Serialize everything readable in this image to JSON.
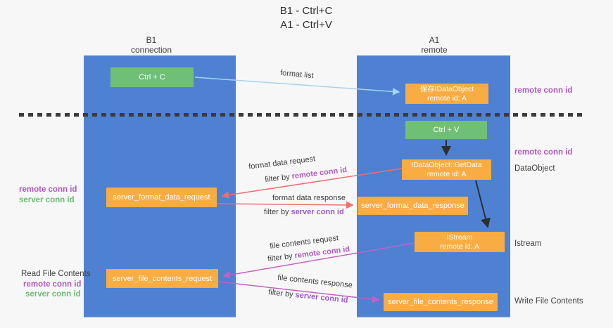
{
  "title": {
    "line1": "B1 - Ctrl+C",
    "line2": "A1 - Ctrl+V"
  },
  "lanes": {
    "left": {
      "name": "B1",
      "role": "connection"
    },
    "right": {
      "name": "A1",
      "role": "remote"
    }
  },
  "nodes": {
    "ctrl_c": {
      "label": "Ctrl + C"
    },
    "ctrl_v": {
      "label": "Ctrl + V"
    },
    "save_dataobject": {
      "line1": "保存IDataObject",
      "line2": "remote id: A"
    },
    "getdata": {
      "line1": "IDataObject::GetData",
      "line2": "remote id: A"
    },
    "istream": {
      "line1": "IStream",
      "line2": "remote id: A"
    },
    "format_request": {
      "label": "server_format_data_request"
    },
    "format_response": {
      "label": "server_format_data_response"
    },
    "file_request": {
      "label": "server_file_contents_request"
    },
    "file_response": {
      "label": "server_file_contents_response"
    }
  },
  "flow_labels": {
    "format_list": "format list",
    "format_data_request": "format data request",
    "format_data_response": "format data response",
    "file_contents_request": "file contents request",
    "file_contents_response": "file contents response",
    "filter_by": "filter by ",
    "remote_conn_id": "remote conn id",
    "server_conn_id": "server conn id"
  },
  "side_labels": {
    "right_remote_conn_top": "remote conn id",
    "right_remote_conn_mid": "remote conn id",
    "dataobject": "DataObject",
    "istream": "Istream",
    "write_file_contents": "Write File Contents",
    "left_remote_conn_mid": "remote conn id",
    "left_server_conn_mid": "server conn id",
    "read_file_contents": "Read File Contents",
    "left_remote_conn_bottom": "remote conn id",
    "left_server_conn_bottom": "server conn id"
  },
  "colors": {
    "lane_blue": "#4e81d2",
    "node_orange": "#f9ac42",
    "node_green": "#70bf77",
    "arrow_light_blue": "#a9d2ee",
    "arrow_red": "#f26d6d",
    "arrow_magenta": "#c75fc3",
    "arrow_black": "#2f2f2f",
    "text_magenta": "#b259c1",
    "text_purple": "#9a5bcd",
    "text_green": "#6abf70",
    "background": "#f7f7f8"
  }
}
